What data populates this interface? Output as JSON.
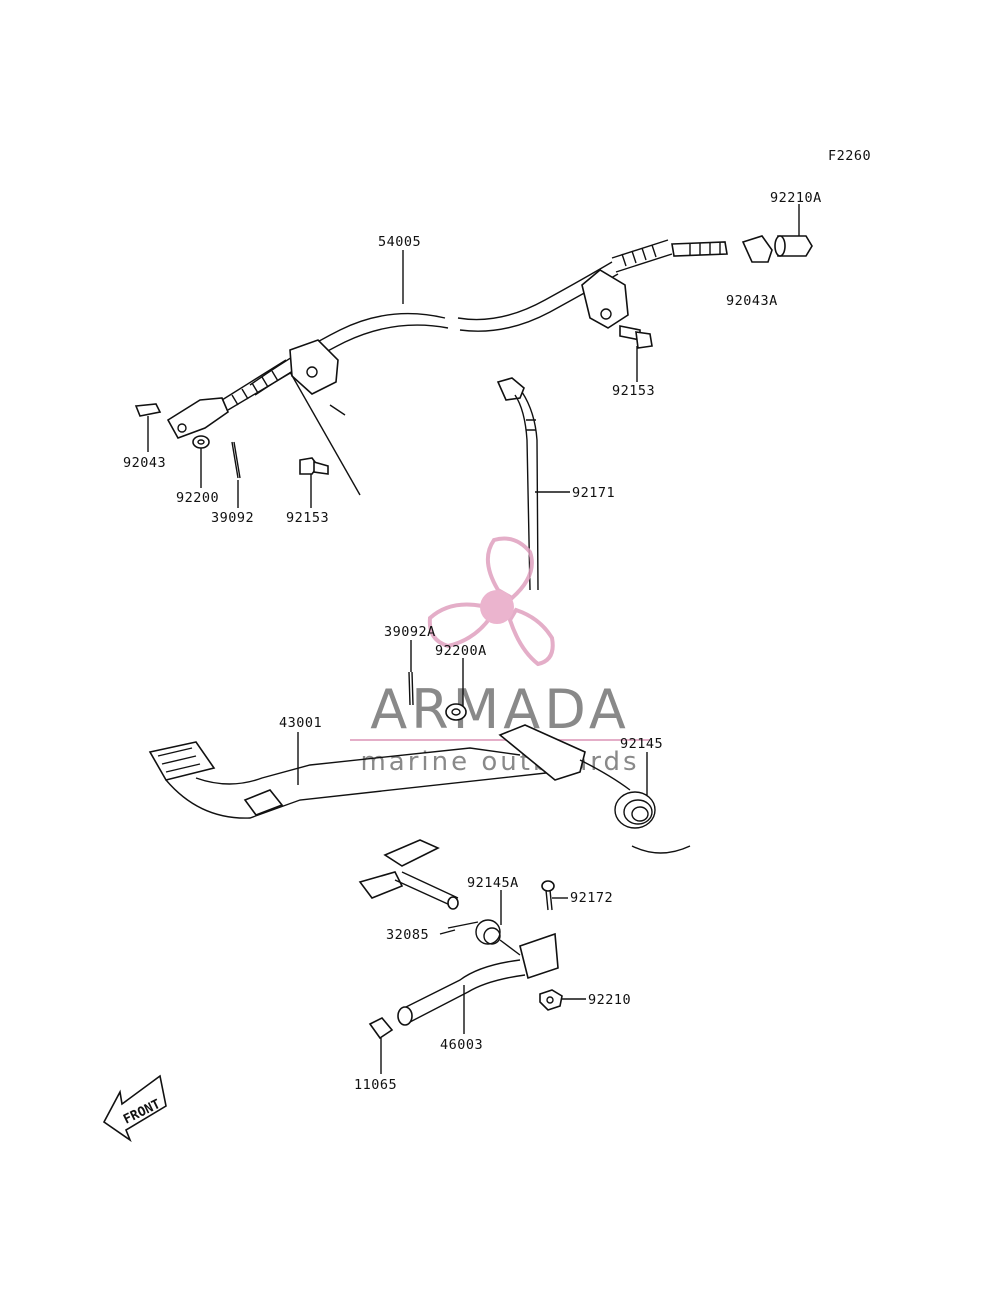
{
  "diagram_code": "F2260",
  "parts": {
    "p54005": "54005",
    "p92210A": "92210A",
    "p92043A": "92043A",
    "p92153_top": "92153",
    "p92171": "92171",
    "p92043": "92043",
    "p92200": "92200",
    "p39092": "39092",
    "p92153_mid": "92153",
    "p39092A": "39092A",
    "p92200A": "92200A",
    "p43001": "43001",
    "p92145": "92145",
    "p92145A": "92145A",
    "p92172": "92172",
    "p32085": "32085",
    "p92210": "92210",
    "p46003": "46003",
    "p11065": "11065"
  },
  "front_label": "FRONT",
  "watermark": {
    "brand": "ARMADA",
    "tagline": "marine outboards",
    "color": "#e0a0bf"
  }
}
